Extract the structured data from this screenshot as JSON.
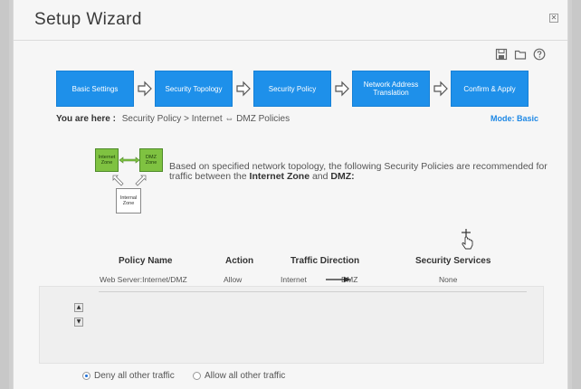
{
  "dialog": {
    "title": "Setup Wizard",
    "close_icon": "close-icon"
  },
  "toolbar": {
    "icons": [
      "save-icon",
      "folder-icon",
      "help-icon"
    ]
  },
  "steps": [
    {
      "label": "Basic Settings"
    },
    {
      "label": "Security Topology"
    },
    {
      "label": "Security Policy"
    },
    {
      "label": "Network Address Translation"
    },
    {
      "label": "Confirm & Apply"
    }
  ],
  "breadcrumb": {
    "prefix": "You are here :",
    "path": "Security Policy > Internet ⇔ DMZ Policies"
  },
  "mode": "Mode: Basic",
  "topology": {
    "internet_zone": "Internet Zone",
    "dmz_zone": "DMZ Zone",
    "internal_zone": "Internal Zone"
  },
  "description": {
    "text1": "Based on specified network topology, the following Security Policies are recommended for traffic between the ",
    "zone1": "Internet Zone",
    "text2": " and ",
    "zone2": "DMZ:"
  },
  "policy_table": {
    "headers": {
      "name": "Policy Name",
      "action": "Action",
      "direction": "Traffic Direction",
      "services": "Security Services"
    },
    "rows": [
      {
        "name": "Web Server:Internet/DMZ",
        "action": "Allow",
        "from": "Internet",
        "to": "DMZ",
        "services": "None"
      }
    ]
  },
  "order_controls": {
    "up_icon": "move-up-icon",
    "down_icon": "move-down-icon"
  },
  "default_action": {
    "options": [
      {
        "label": "Deny all other traffic",
        "checked": true
      },
      {
        "label": "Allow all other traffic",
        "checked": false
      }
    ]
  },
  "colors": {
    "step_blue": "#1e90ea",
    "zone_green": "#7fc241",
    "mode_blue": "#1e88e5"
  }
}
